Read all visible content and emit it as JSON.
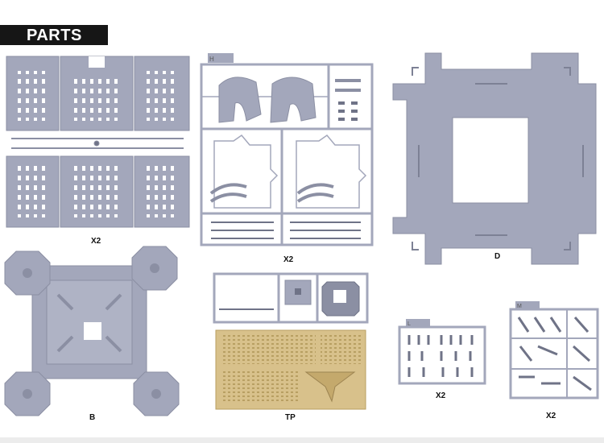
{
  "header": {
    "title": "PARTS"
  },
  "labels": {
    "walls_qty": "X2",
    "sprue_qty": "X2",
    "part_d": "D",
    "part_b": "B",
    "part_tp": "TP",
    "sprue_l_qty": "X2",
    "sprue_m_qty": "X2"
  },
  "sprue_tags": {
    "h": "H",
    "l": "L",
    "m": "M"
  },
  "colors": {
    "plastic": "#a3a7bb",
    "plastic_dark": "#8b8fa3",
    "brass": "#d8c18b",
    "header_bg": "#161616"
  }
}
